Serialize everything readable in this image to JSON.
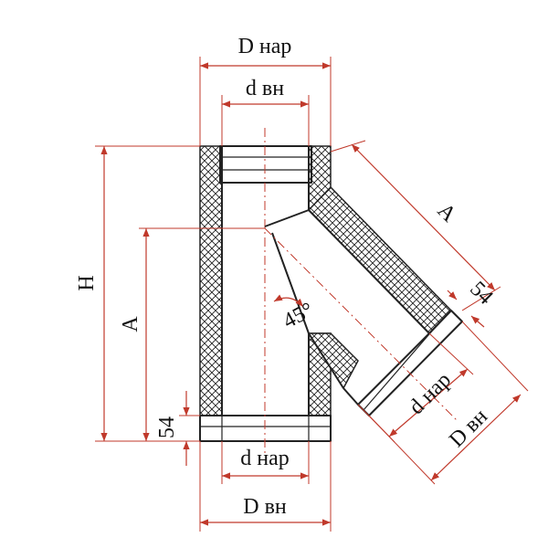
{
  "labels": {
    "top_outer_diameter": "D нар",
    "top_inner_diameter": "d вн",
    "height": "H",
    "length_a_main": "A",
    "length_a_branch": "A",
    "socket_bottom": "54",
    "socket_branch": "54",
    "angle": "45°",
    "bottom_outer_d": "d нар",
    "bottom_inner_d": "D вн",
    "branch_outer_d": "d нар",
    "branch_inner_d": "D вн"
  },
  "colors": {
    "dimension": "#c0392b",
    "outline": "#222222"
  }
}
